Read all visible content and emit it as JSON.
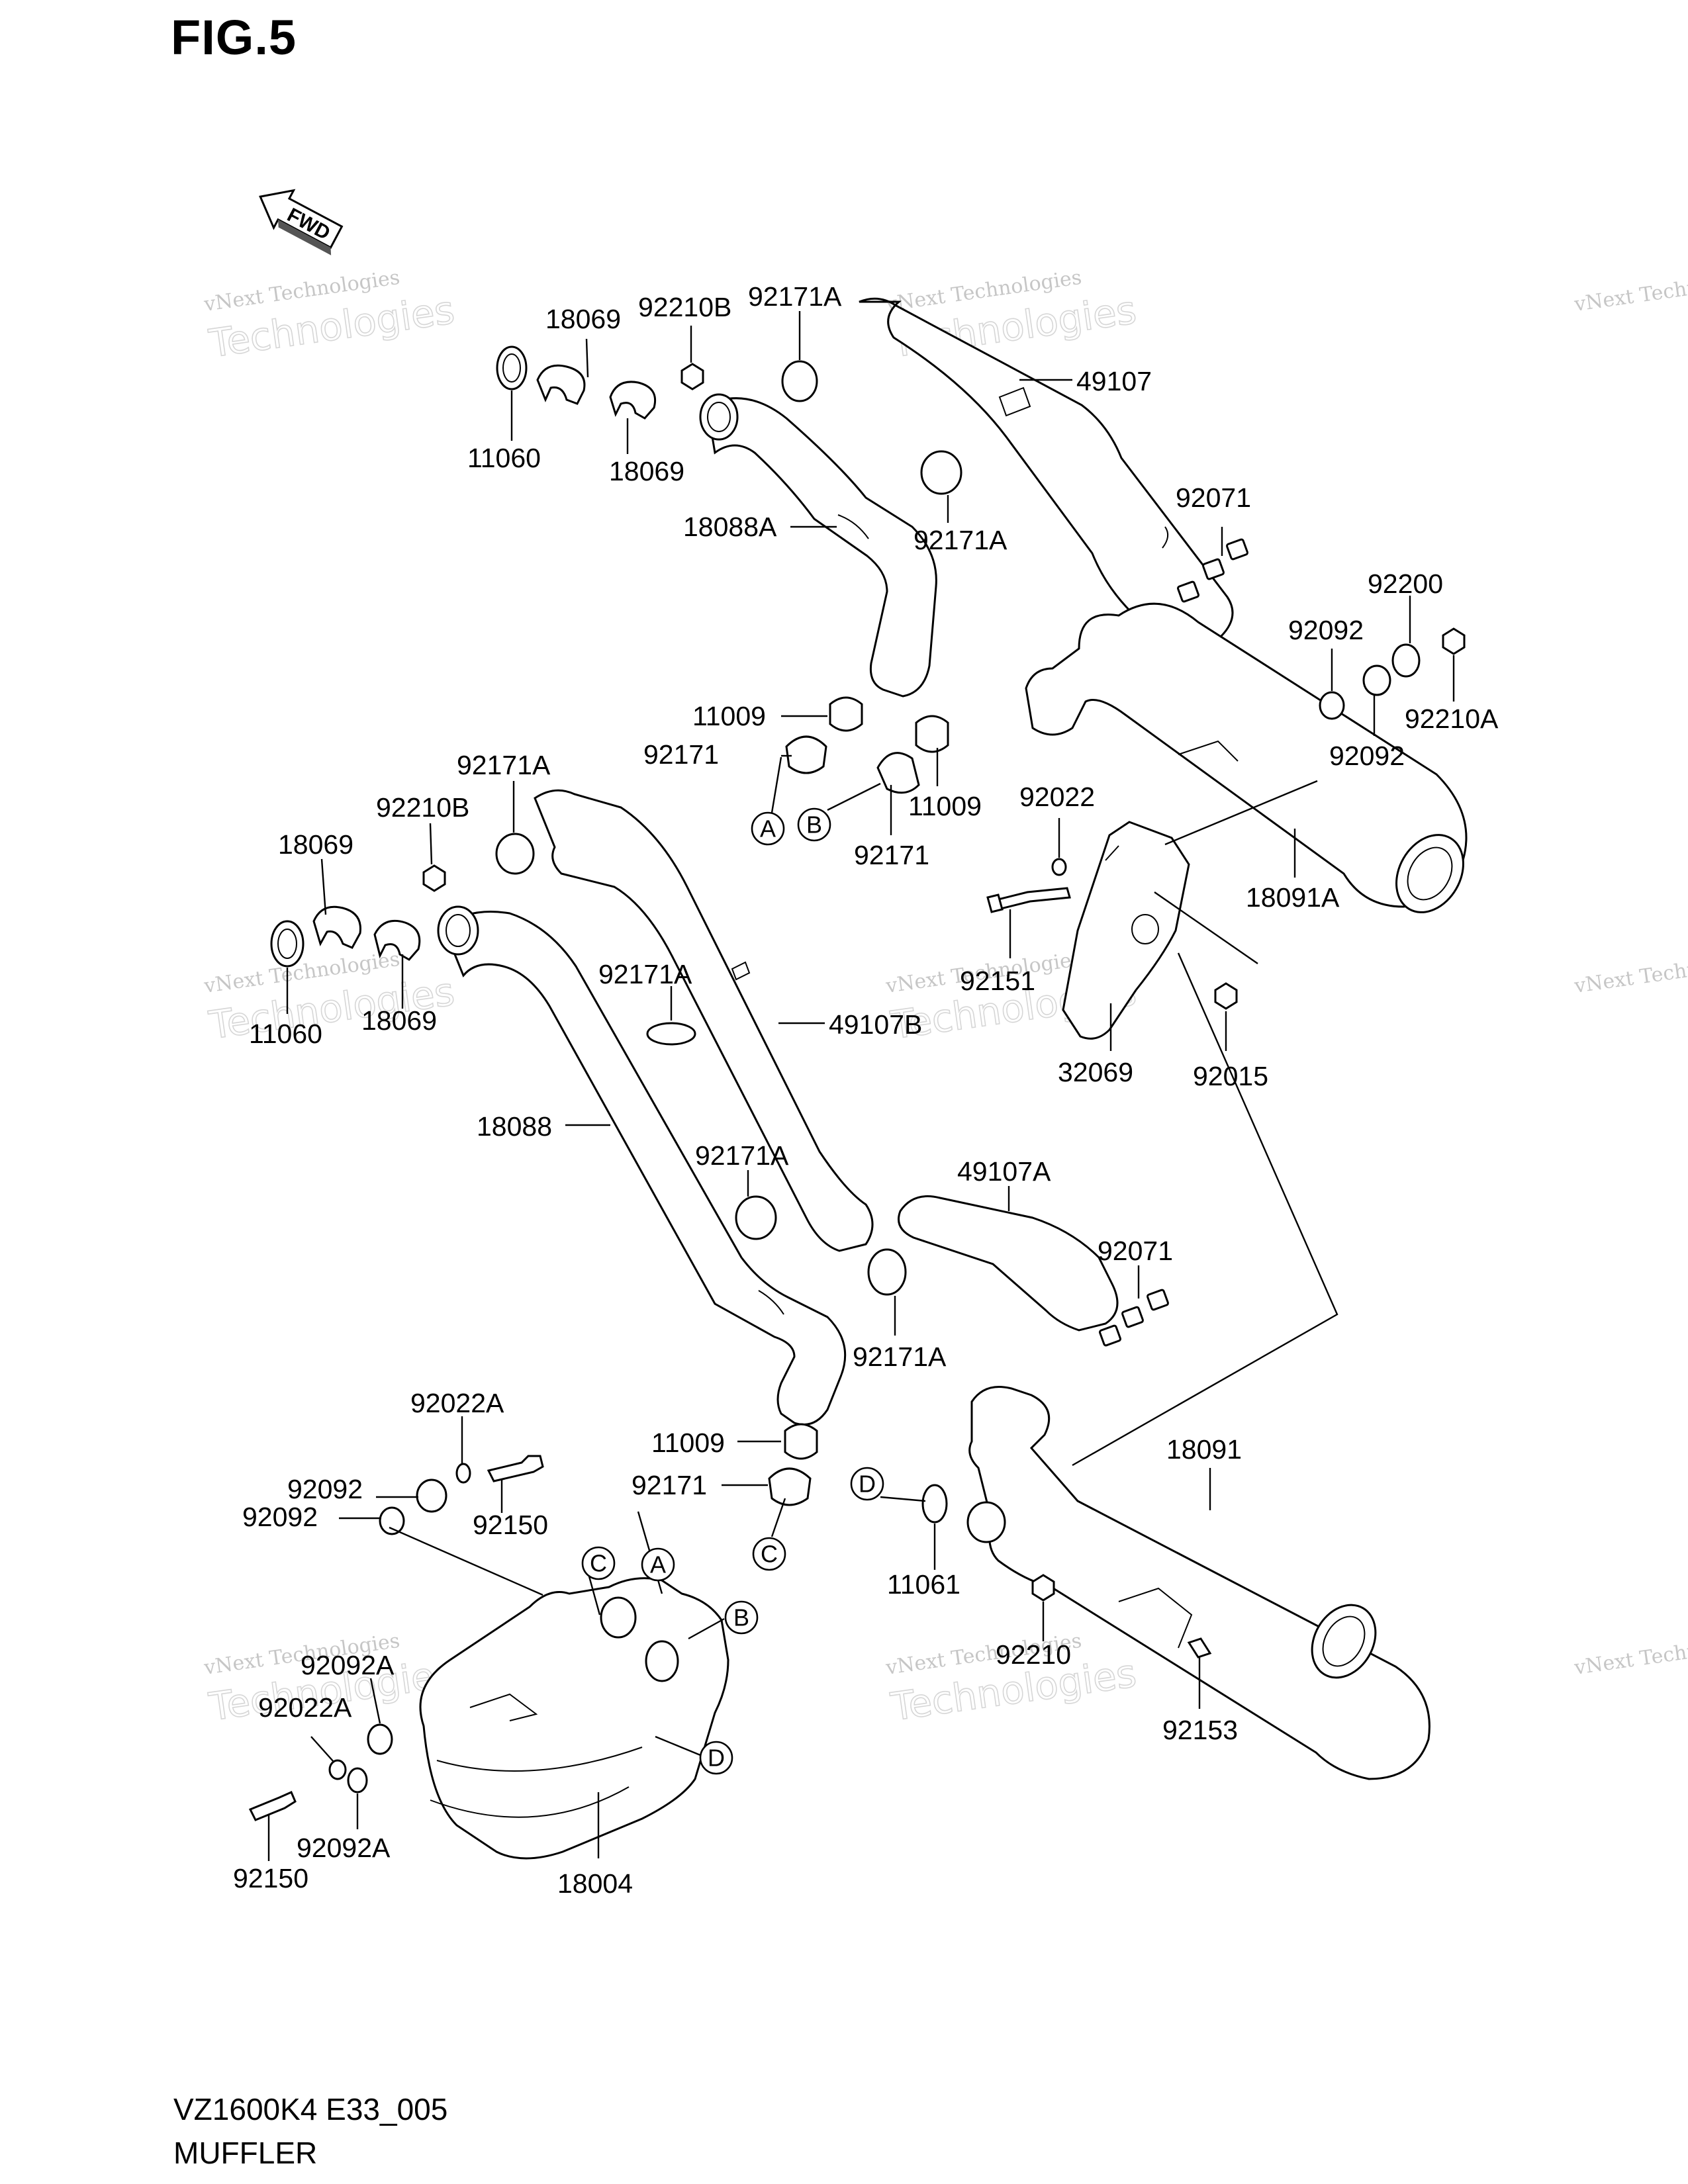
{
  "figure": {
    "title": "FIG.5",
    "model_code": "VZ1600K4 E33_005",
    "assembly_name": "MUFFLER"
  },
  "fwd_arrow": {
    "label": "FWD",
    "icon": "forward-arrow-icon"
  },
  "watermark": {
    "brand": "vNext",
    "line1": "vNext Technologies",
    "line2": "Technologies"
  },
  "callouts": [
    {
      "id": "c01",
      "text": "18069"
    },
    {
      "id": "c02",
      "text": "92210B"
    },
    {
      "id": "c03",
      "text": "92171A"
    },
    {
      "id": "c04",
      "text": "11060"
    },
    {
      "id": "c05",
      "text": "18069"
    },
    {
      "id": "c06",
      "text": "49107"
    },
    {
      "id": "c07",
      "text": "18088A"
    },
    {
      "id": "c08",
      "text": "92171A"
    },
    {
      "id": "c09",
      "text": "92071"
    },
    {
      "id": "c10",
      "text": "92200"
    },
    {
      "id": "c11",
      "text": "92092"
    },
    {
      "id": "c12",
      "text": "92210A"
    },
    {
      "id": "c13",
      "text": "92092"
    },
    {
      "id": "c14",
      "text": "11009"
    },
    {
      "id": "c15",
      "text": "92171"
    },
    {
      "id": "c16",
      "text": "11009"
    },
    {
      "id": "c17",
      "text": "92171"
    },
    {
      "id": "c18",
      "text": "92022"
    },
    {
      "id": "c19",
      "text": "18091A"
    },
    {
      "id": "c20",
      "text": "92171A"
    },
    {
      "id": "c21",
      "text": "92210B"
    },
    {
      "id": "c22",
      "text": "18069"
    },
    {
      "id": "c23",
      "text": "11060"
    },
    {
      "id": "c24",
      "text": "18069"
    },
    {
      "id": "c25",
      "text": "92171A"
    },
    {
      "id": "c26",
      "text": "49107B"
    },
    {
      "id": "c27",
      "text": "92151"
    },
    {
      "id": "c28",
      "text": "32069"
    },
    {
      "id": "c29",
      "text": "92015"
    },
    {
      "id": "c30",
      "text": "18088"
    },
    {
      "id": "c31",
      "text": "92171A"
    },
    {
      "id": "c32",
      "text": "49107A"
    },
    {
      "id": "c33",
      "text": "92071"
    },
    {
      "id": "c34",
      "text": "92171A"
    },
    {
      "id": "c35",
      "text": "92022A"
    },
    {
      "id": "c36",
      "text": "92092"
    },
    {
      "id": "c37",
      "text": "92092"
    },
    {
      "id": "c38",
      "text": "92150"
    },
    {
      "id": "c39",
      "text": "11009"
    },
    {
      "id": "c40",
      "text": "92171"
    },
    {
      "id": "c41",
      "text": "18091"
    },
    {
      "id": "c42",
      "text": "11061"
    },
    {
      "id": "c43",
      "text": "92210"
    },
    {
      "id": "c44",
      "text": "92153"
    },
    {
      "id": "c45",
      "text": "92092A"
    },
    {
      "id": "c46",
      "text": "92022A"
    },
    {
      "id": "c47",
      "text": "92092A"
    },
    {
      "id": "c48",
      "text": "92150"
    },
    {
      "id": "c49",
      "text": "18004"
    }
  ],
  "reference_markers": [
    {
      "id": "r1",
      "letter": "A"
    },
    {
      "id": "r2",
      "letter": "B"
    },
    {
      "id": "r3",
      "letter": "C"
    },
    {
      "id": "r4",
      "letter": "D"
    },
    {
      "id": "r5",
      "letter": "C"
    },
    {
      "id": "r6",
      "letter": "A"
    },
    {
      "id": "r7",
      "letter": "B"
    },
    {
      "id": "r8",
      "letter": "D"
    }
  ]
}
